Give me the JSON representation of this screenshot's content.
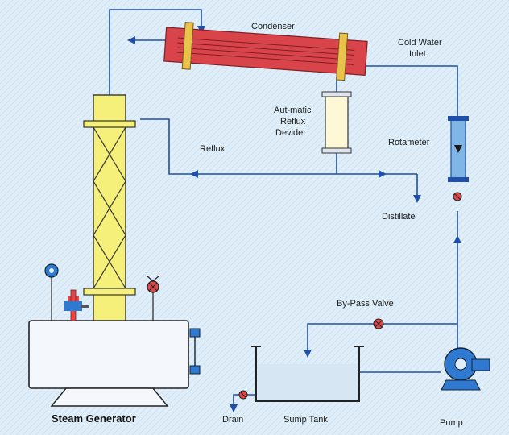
{
  "labels": {
    "condenser": "Condenser",
    "cold_water_line1": "Cold Water",
    "cold_water_line2": "Inlet",
    "divider_line1": "Aut-matic",
    "divider_line2": "Reflux",
    "divider_line3": "Devider",
    "reflux": "Reflux",
    "rotameter": "Rotameter",
    "distillate": "Distillate",
    "bypass_valve": "By-Pass Valve",
    "steam_generator": "Steam Generator",
    "drain": "Drain",
    "sump_tank": "Sump Tank",
    "pump": "Pump"
  },
  "colors": {
    "background": "#dfeef8",
    "pipe": "#1f4fa8",
    "condenser": "#d9434a",
    "column": "#f4f07a",
    "vessel": "#f4f7fb",
    "valve": "#e04848"
  }
}
